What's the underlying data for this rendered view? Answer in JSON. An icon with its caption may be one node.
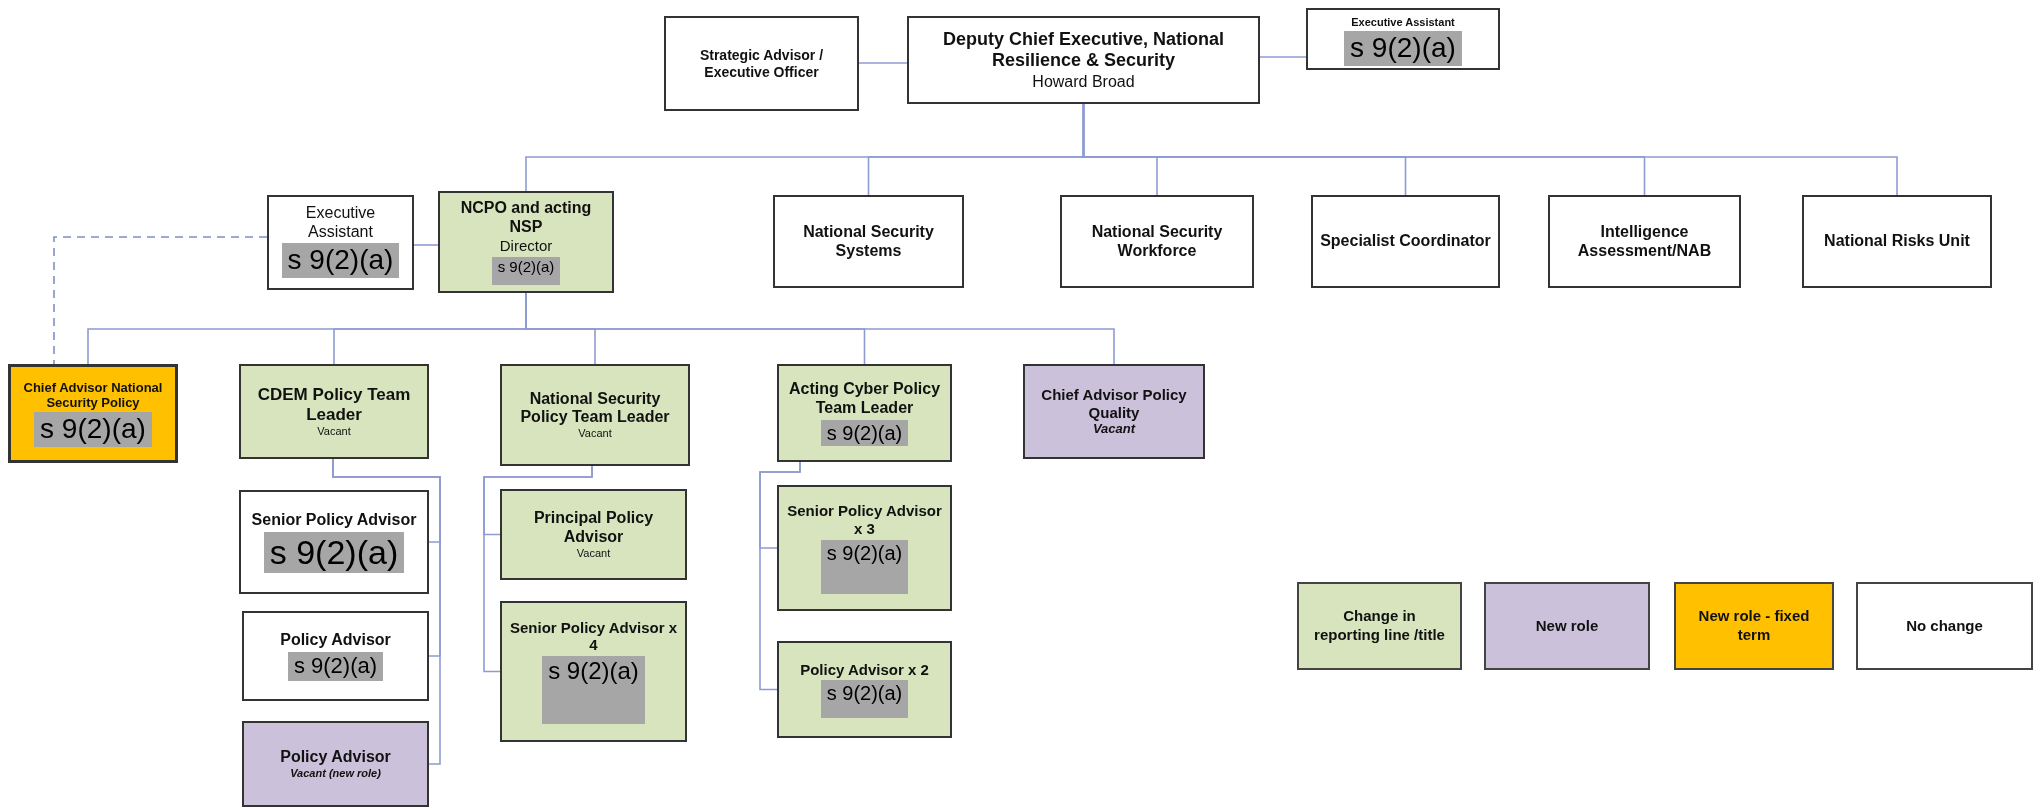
{
  "diagram": {
    "nodes": [
      {
        "text": [
          "Strategic Advisor / Executive Officer"
        ]
      },
      {
        "text": [
          "Deputy Chief Executive, National Resilience & Security",
          "Howard Broad"
        ]
      },
      {
        "text": [
          "Executive Assistant",
          "s 9(2)(a)"
        ]
      },
      {
        "text": [
          "Executive Assistant",
          "s 9(2)(a)"
        ]
      },
      {
        "text": [
          "NCPO and acting NSP",
          "Director",
          "s 9(2)(a)"
        ]
      },
      {
        "text": [
          "National Security Systems"
        ]
      },
      {
        "text": [
          "National Security Workforce"
        ]
      },
      {
        "text": [
          "Specialist Coordinator"
        ]
      },
      {
        "text": [
          "Intelligence Assessment/NAB"
        ]
      },
      {
        "text": [
          "National Risks Unit"
        ]
      },
      {
        "text": [
          "Chief Advisor National Security Policy",
          "s 9(2)(a)"
        ]
      },
      {
        "text": [
          "CDEM Policy Team Leader",
          "Vacant"
        ]
      },
      {
        "text": [
          "National Security Policy Team Leader",
          "Vacant"
        ]
      },
      {
        "text": [
          "Acting Cyber Policy Team Leader",
          "s 9(2)(a)"
        ]
      },
      {
        "text": [
          "Chief Advisor Policy Quality",
          "Vacant"
        ]
      },
      {
        "text": [
          "Senior Policy Advisor",
          "s 9(2)(a)"
        ]
      },
      {
        "text": [
          "Policy Advisor",
          "s 9(2)(a)"
        ]
      },
      {
        "text": [
          "Policy Advisor",
          "Vacant (new role)"
        ]
      },
      {
        "text": [
          "Principal Policy Advisor",
          "Vacant"
        ]
      },
      {
        "text": [
          "Senior Policy Advisor x 4",
          "s 9(2)(a)"
        ]
      },
      {
        "text": [
          "Senior Policy Advisor x 3",
          "s 9(2)(a)"
        ]
      },
      {
        "text": [
          "Policy Advisor x 2",
          "s 9(2)(a)"
        ]
      }
    ],
    "edges": [
      {
        "from": 0,
        "to": 1,
        "arrow": "none"
      },
      {
        "from": 1,
        "to": 2,
        "arrow": "none"
      },
      {
        "from": 1,
        "to": 4,
        "arrow": "none"
      },
      {
        "from": 1,
        "to": 5,
        "arrow": "none"
      },
      {
        "from": 1,
        "to": 6,
        "arrow": "none"
      },
      {
        "from": 1,
        "to": 7,
        "arrow": "none"
      },
      {
        "from": 1,
        "to": 8,
        "arrow": "none"
      },
      {
        "from": 1,
        "to": 9,
        "arrow": "none"
      },
      {
        "from": 4,
        "to": 3,
        "arrow": "none"
      },
      {
        "from": 3,
        "to": 10,
        "arrow": "none",
        "style": "dashed"
      },
      {
        "from": 4,
        "to": 10,
        "arrow": "none"
      },
      {
        "from": 4,
        "to": 11,
        "arrow": "none"
      },
      {
        "from": 4,
        "to": 12,
        "arrow": "none"
      },
      {
        "from": 4,
        "to": 13,
        "arrow": "none"
      },
      {
        "from": 4,
        "to": 14,
        "arrow": "none"
      },
      {
        "from": 11,
        "to": 15,
        "arrow": "none"
      },
      {
        "from": 11,
        "to": 16,
        "arrow": "none"
      },
      {
        "from": 11,
        "to": 17,
        "arrow": "none"
      },
      {
        "from": 12,
        "to": 18,
        "arrow": "none"
      },
      {
        "from": 12,
        "to": 19,
        "arrow": "none"
      },
      {
        "from": 13,
        "to": 20,
        "arrow": "none"
      },
      {
        "from": 13,
        "to": 21,
        "arrow": "none"
      }
    ],
    "legend": [
      {
        "text": "Change in reporting line /title",
        "color": "#d7e4bd"
      },
      {
        "text": "New role",
        "color": "#ccc1da"
      },
      {
        "text": "New role - fixed term",
        "color": "#ffc000"
      },
      {
        "text": "No change",
        "color": "#ffffff"
      }
    ]
  }
}
